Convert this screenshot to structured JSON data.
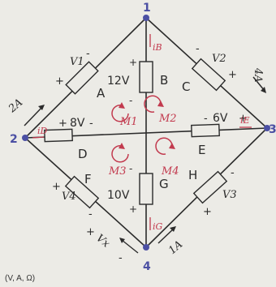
{
  "nodes": {
    "n1": "1",
    "n2": "2",
    "n3": "3",
    "n4": "4"
  },
  "regions": {
    "A": "A",
    "B": "B",
    "C": "C",
    "D": "D",
    "E": "E",
    "F": "F",
    "G": "G",
    "H": "H"
  },
  "meshes": {
    "m1": "M1",
    "m2": "M2",
    "m3": "M3",
    "m4": "M4"
  },
  "sources": {
    "top": "12V",
    "left": "8V",
    "right": "6V",
    "bottom": "10V"
  },
  "elements": {
    "v1": "V1",
    "v2": "V2",
    "v3": "V3",
    "v4": "V4"
  },
  "currents": {
    "iB": "iB",
    "iD": "iD",
    "iE": "iE",
    "iG": "iG",
    "src_left": "2A",
    "src_bottom": "1A",
    "src_right": "4A"
  },
  "polarity": {
    "plus": "+",
    "minus": "-"
  },
  "vx_label": "Vx",
  "units_note": "(V, A, Ω)",
  "colors": {
    "ink": "#2b2b2b",
    "accent": "#c23a4e",
    "node": "#4b4fa3",
    "paper": "#ecebe6"
  }
}
